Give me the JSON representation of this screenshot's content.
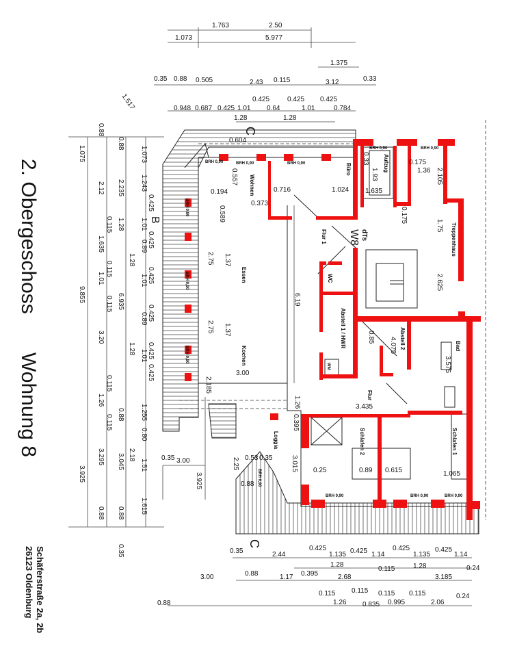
{
  "title": {
    "floor": "2. Obergeschoss",
    "unit": "Wohnung 8"
  },
  "address": {
    "street": "Schäferstraße 2a, 2b",
    "city": "26123 Oldenburg"
  },
  "section_marks": {
    "c_top": "C",
    "c_bottom": "C",
    "b_left": "B"
  },
  "unit_tag": {
    "code": "W8",
    "sub": "dTs"
  },
  "rooms": {
    "wohnen": "Wohnen",
    "essen": "Essen",
    "kochen": "Kochen",
    "flur1": "Flur 1",
    "wc": "WC",
    "abstell1": "Abstell 1 / HWR",
    "buero": "Büro",
    "aufzug": "Aufzug",
    "treppenhaus": "Treppenhaus",
    "abstell2": "Abstell 2",
    "bad": "Bad",
    "flur": "Flur",
    "schlafen2": "Schlafen 2",
    "schlafen1": "Schlafen 1",
    "loggia": "Loggia",
    "wm": "WM"
  },
  "window_labels": [
    "BRH 0,90",
    "BRH 0,90",
    "BRH 0,90",
    "BRH 0,90",
    "BRH 0,90",
    "BRH 0,90",
    "BRH 0,90",
    "BRH 0,90",
    "BRH 0,90",
    "BRH 0,90",
    "BRH 0,90",
    "BRH 0,90"
  ],
  "dims": [
    "1.763",
    "2.50",
    "1.073",
    "5.977",
    "1.375",
    "0.35",
    "0.88",
    "0.505",
    "2.43",
    "0.115",
    "3.12",
    "0.33",
    "1.517",
    "0.948",
    "0.687",
    "0.425",
    "1.01",
    "0.425",
    "0.64",
    "0.425",
    "1.01",
    "0.425",
    "0.784",
    "1.28",
    "1.28",
    "0.604",
    "0.557",
    "0.194",
    "0.589",
    "0.373",
    "0.716",
    "1.024",
    "0.33",
    "1.635",
    "1.93",
    "0.175",
    "1.36",
    "2.105",
    "0.175",
    "1.75",
    "2.625",
    "1.37",
    "2.75",
    "1.37",
    "2.75",
    "6.19",
    "3.00",
    "2.185",
    "1.26",
    "0.85",
    "4.075",
    "3.575",
    "3.435",
    "0.395",
    "3.00",
    "2.25",
    "0.53",
    "0.35",
    "0.88",
    "3.015",
    "3.925",
    "0.35",
    "0.25",
    "0.89",
    "0.615",
    "1.065",
    "0.35",
    "2.44",
    "0.425",
    "1.135",
    "0.425",
    "1.14",
    "0.425",
    "1.135",
    "0.425",
    "1.14",
    "1.28",
    "1.28",
    "0.24",
    "3.00",
    "0.88",
    "1.17",
    "0.395",
    "2.68",
    "0.115",
    "3.185",
    "0.88",
    "0.115",
    "1.26",
    "0.115",
    "0.835",
    "0.115",
    "0.995",
    "0.115",
    "2.06",
    "0.24",
    "1.075",
    "9.855",
    "3.925",
    "0.88",
    "2.12",
    "0.115",
    "1.635",
    "0.115",
    "1.01",
    "0.115",
    "3.20",
    "0.115",
    "1.26",
    "0.115",
    "3.295",
    "0.88",
    "0.88",
    "2.235",
    "1.28",
    "6.935",
    "0.88",
    "3.045",
    "0.88",
    "0.35",
    "1.073",
    "1.243",
    "0.425",
    "1.01",
    "0.425",
    "0.89",
    "0.425",
    "1.01",
    "1.28",
    "0.425",
    "0.89",
    "0.425",
    "1.01",
    "1.28",
    "0.425",
    "1.255",
    "0.80",
    "1.51",
    "2.18",
    "1.615"
  ]
}
